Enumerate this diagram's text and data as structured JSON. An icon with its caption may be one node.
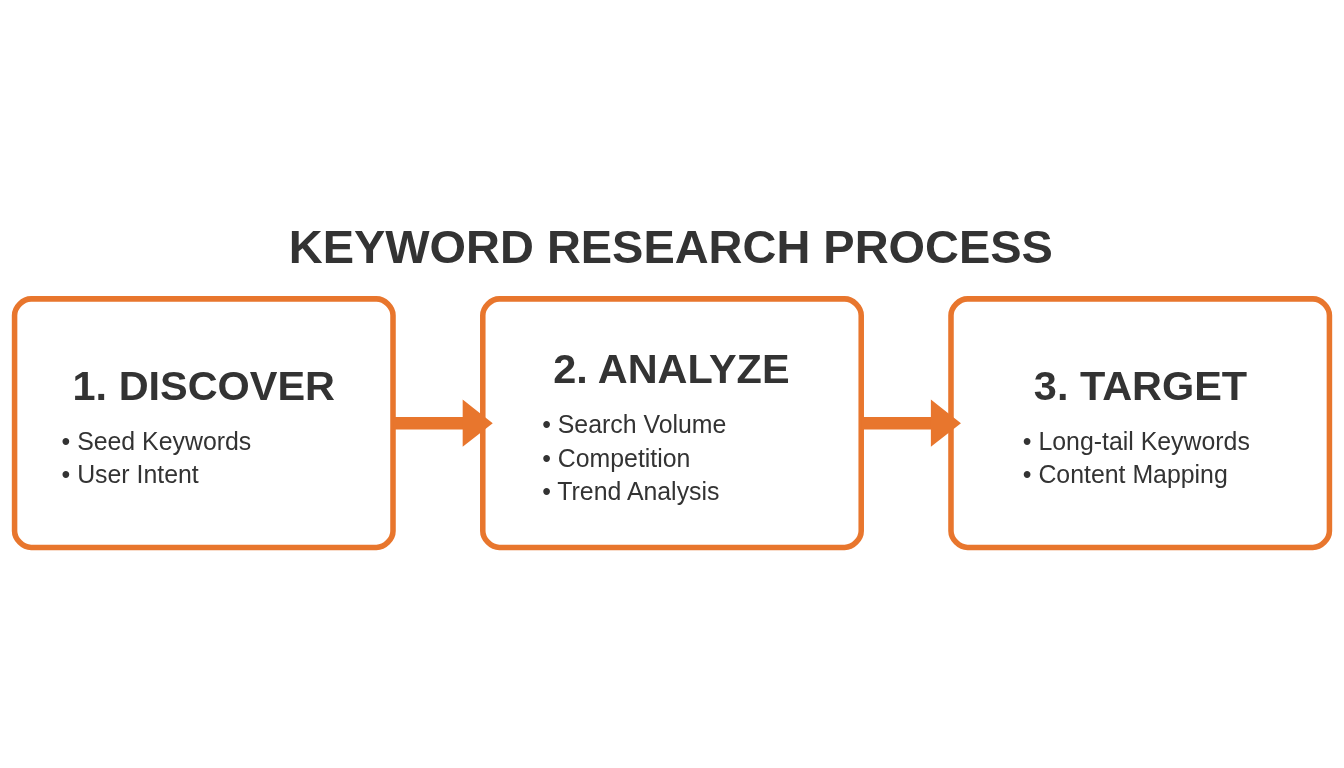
{
  "diagram": {
    "title": "KEYWORD RESEARCH PROCESS",
    "nodes": [
      {
        "text": [
          "1. DISCOVER",
          "• Seed Keywords",
          "• User Intent"
        ]
      },
      {
        "text": [
          "2. ANALYZE",
          "• Search Volume",
          "• Competition",
          "• Trend Analysis"
        ]
      },
      {
        "text": [
          "3. TARGET",
          "• Long-tail Keywords",
          "• Content Mapping"
        ]
      }
    ],
    "edges": [
      {
        "from": 0,
        "to": 1,
        "arrow": "to"
      },
      {
        "from": 1,
        "to": 2,
        "arrow": "to"
      }
    ]
  }
}
